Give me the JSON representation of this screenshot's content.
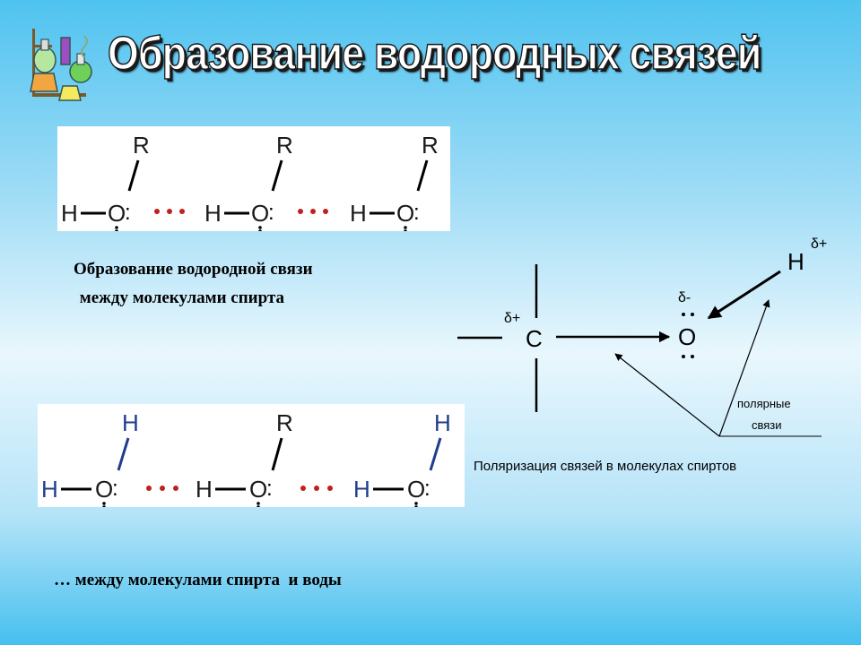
{
  "slide": {
    "title": "Образование водородных связей",
    "icon": "chemistry-flasks-icon"
  },
  "alcohol_chain": {
    "molecules": [
      {
        "top": "R",
        "h": "H",
        "o": "O",
        "lone_pair": ":"
      },
      {
        "top": "R",
        "h": "H",
        "o": "O",
        "lone_pair": ":"
      },
      {
        "top": "R",
        "h": "H",
        "o": "O",
        "lone_pair": ":"
      }
    ],
    "caption_line1": "Образование водородной связи",
    "caption_line2": " между молекулами спирта"
  },
  "alcohol_water_chain": {
    "molecules": [
      {
        "top": "H",
        "h": "H",
        "o": "O",
        "lone_pair": ":"
      },
      {
        "top": "R",
        "h": "H",
        "o": "O",
        "lone_pair": ":"
      },
      {
        "top": "H",
        "h": "H",
        "o": "O",
        "lone_pair": ":"
      }
    ],
    "caption": "… между молекулами спирта  и воды"
  },
  "polarization": {
    "carbon": "C",
    "carbon_charge": "δ+",
    "oxygen": "O",
    "oxygen_charge": "δ-",
    "hydrogen": "H",
    "hydrogen_charge": "δ+",
    "polar_label_line1": "полярные",
    "polar_label_line2": "связи",
    "caption": "Поляризация связей в молекулах спиртов"
  },
  "colors": {
    "top_atom_alcohol": "#1a1a1a",
    "top_atom_water": "#1f3d8c",
    "hbond_dots": "#c0201b"
  }
}
